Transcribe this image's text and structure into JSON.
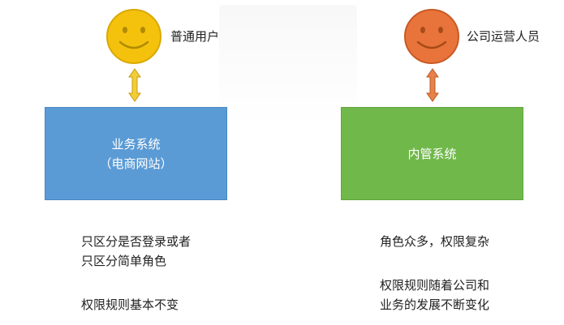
{
  "left": {
    "user_label": "普通用户",
    "face_color": "#f4c20d",
    "face_stroke": "#d9a800",
    "arrow_color": "#e8b923",
    "box_line1": "业务系统",
    "box_line2": "（电商网站）",
    "box_color": "#5b9bd5",
    "note_line1": "只区分是否登录或者",
    "note_line2": "只区分简单角色",
    "note_line3": "权限规则基本不变"
  },
  "right": {
    "user_label": "公司运营人员",
    "face_color": "#e8743b",
    "face_stroke": "#c85a24",
    "arrow_color": "#e0743b",
    "box_line1": "内管系统",
    "box_color": "#70b84a",
    "note_line1": "角色众多，权限复杂",
    "note_line2": "权限规则随着公司和",
    "note_line3": "业务的发展不断变化"
  }
}
